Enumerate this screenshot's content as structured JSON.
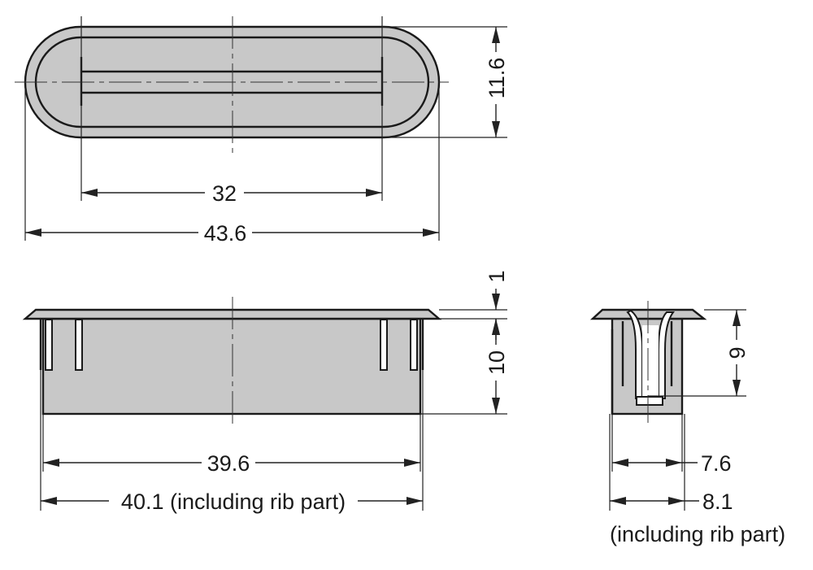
{
  "dimensions": {
    "top_inner_length": "32",
    "top_overall_length": "43.6",
    "top_height": "11.6",
    "flange_thickness": "1",
    "body_height": "10",
    "side_body_length": "39.6",
    "side_rib_length": "40.1 (including rib part)",
    "end_depth": "9",
    "end_width": "7.6",
    "end_rib_width": "8.1",
    "end_rib_note": "(including rib part)"
  },
  "colors": {
    "part_fill": "#c8c8c8",
    "line": "#1a1a1a"
  }
}
